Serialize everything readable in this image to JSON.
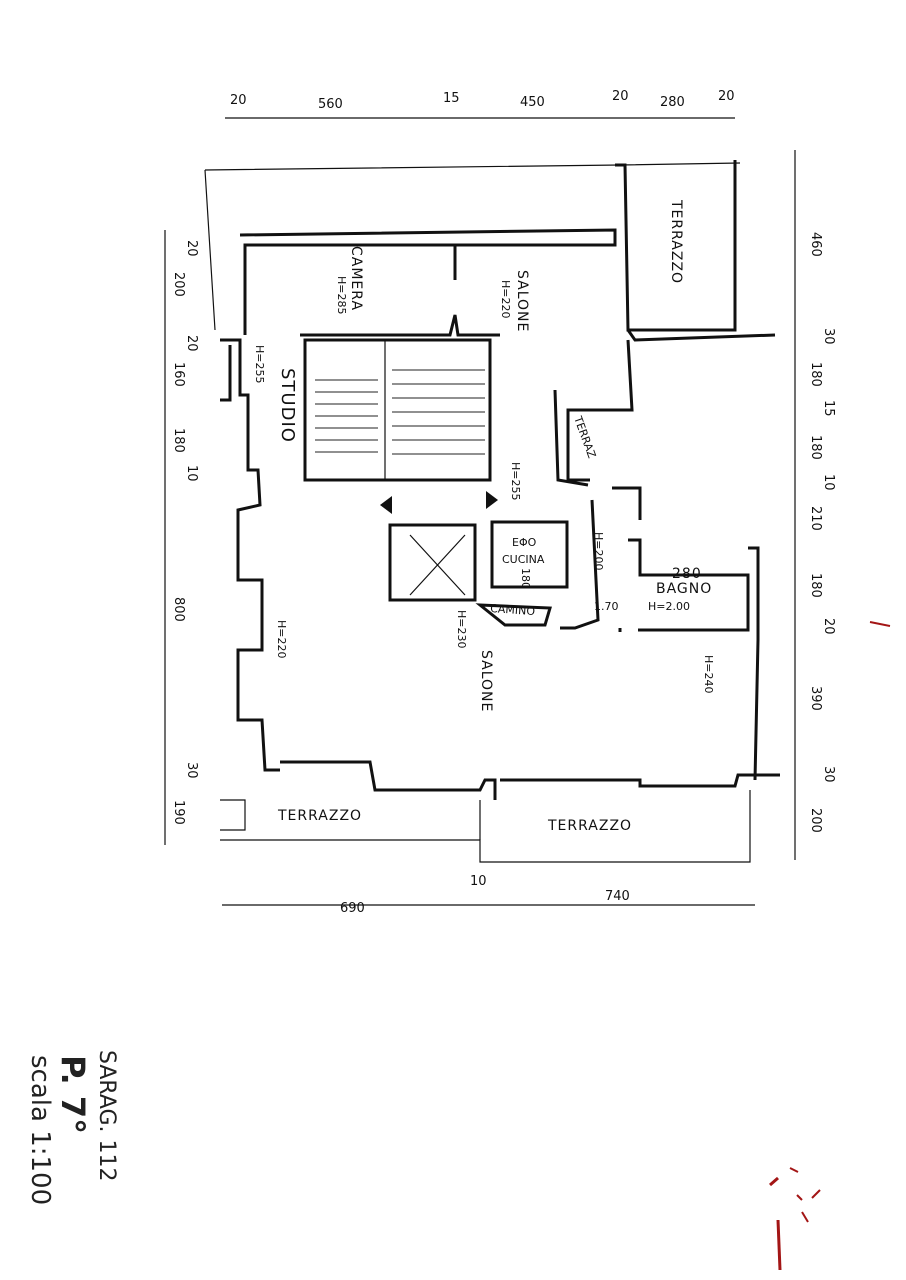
{
  "dimensions": {
    "top": [
      "20",
      "560",
      "15",
      "450",
      "20",
      "280",
      "20"
    ],
    "bottom": [
      "690",
      "10",
      "740"
    ],
    "left": [
      "20",
      "200",
      "20",
      "160",
      "180",
      "10",
      "800",
      "30",
      "190"
    ],
    "right": [
      "460",
      "30",
      "180",
      "15",
      "180",
      "10",
      "210",
      "180",
      "20",
      "390",
      "30",
      "200"
    ]
  },
  "rooms": {
    "camera": "CAMERA",
    "camera_h": "H=285",
    "salone_top": "SALONE",
    "salone_top_h": "H=220",
    "studio": "STUDIO",
    "studio_h": "H=255",
    "terrazzo_top": "TERRAZZO",
    "terraz": "TERRAZ",
    "stair_h": "H=255",
    "cucina": "CUCINA",
    "cucina_tag": "EΦO",
    "cucina_w": "180",
    "cucina_h": "H=200",
    "camino": "CAMINO",
    "camino_h": "1.70",
    "bagno_w": "280",
    "bagno": "BAGNO",
    "bagno_h": "H=2.00",
    "salone_bottom": "SALONE",
    "salone_bottom_h": "H=230",
    "left_h": "H=220",
    "right_h": "H=240",
    "terrazzo_bl": "TERRAZZO",
    "terrazzo_br": "TERRAZZO"
  },
  "notes": {
    "line1": "SARAG. 112",
    "line2": "P. 7°",
    "line3": "scala 1:100"
  }
}
